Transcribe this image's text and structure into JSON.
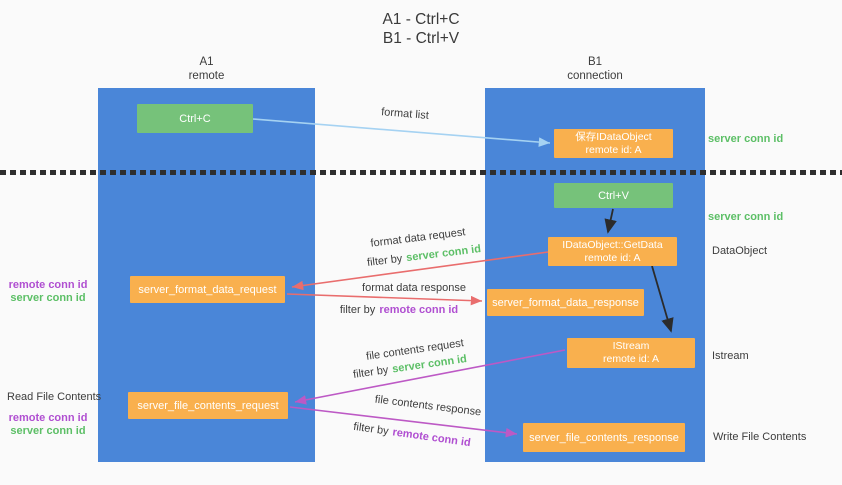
{
  "title": {
    "line1": "A1 - Ctrl+C",
    "line2": "B1 - Ctrl+V"
  },
  "lanes": {
    "left": {
      "name": "A1",
      "role": "remote"
    },
    "right": {
      "name": "B1",
      "role": "connection"
    }
  },
  "boxes": {
    "ctrl_c": "Ctrl+C",
    "ctrl_v": "Ctrl+V",
    "save_idataobject": {
      "line1": "保存IDataObject",
      "line2": "remote id: A"
    },
    "getdata": {
      "line1": "IDataObject::GetData",
      "line2": "remote id: A"
    },
    "istream": {
      "line1": "IStream",
      "line2": "remote id: A"
    },
    "server_format_data_request": "server_format_data_request",
    "server_format_data_response": "server_format_data_response",
    "server_file_contents_request": "server_file_contents_request",
    "server_file_contents_response": "server_file_contents_response"
  },
  "labels": {
    "format_list": "format list",
    "format_data_request": "format data request",
    "format_data_response": "format data response",
    "file_contents_request": "file contents request",
    "file_contents_response": "file contents response",
    "filter_by": "filter by",
    "server_conn_id": "server conn id",
    "remote_conn_id": "remote conn id",
    "dataobject": "DataObject",
    "istream": "Istream",
    "read_file_contents": "Read File Contents",
    "write_file_contents": "Write File Contents"
  },
  "colors": {
    "lane_blue": "#4a86d8",
    "box_green": "#76c27a",
    "box_orange": "#f9b04e",
    "text_green": "#5cbf66",
    "text_purple": "#b04fd1",
    "arrow_red": "#e96d6d",
    "arrow_magenta": "#bd59c5",
    "arrow_light_blue": "#a5d2f2",
    "arrow_black": "#2b2b2b"
  }
}
